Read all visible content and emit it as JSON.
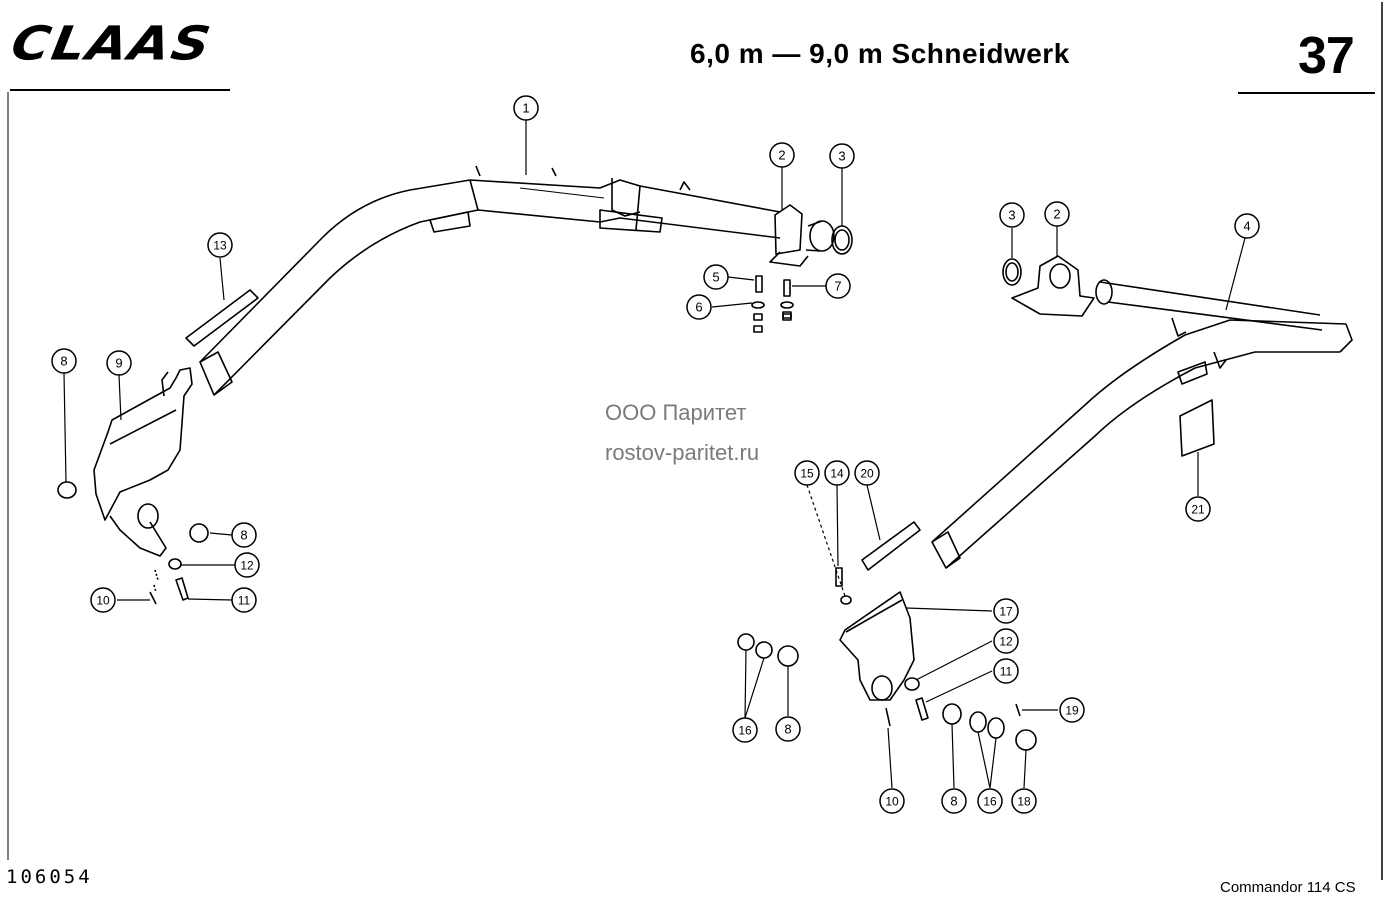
{
  "header": {
    "brand": "CLAAS",
    "title": "6,0 m — 9,0 m Schneidwerk",
    "page_number": "37"
  },
  "footer": {
    "drawing_number": "106054",
    "model": "Commandor 114 CS"
  },
  "watermark": {
    "line1": "ООО Паритет",
    "line2": "rostov-paritet.ru"
  },
  "callouts": [
    "1",
    "2",
    "3",
    "5",
    "6",
    "7",
    "13",
    "8",
    "9",
    "8",
    "12",
    "10",
    "11",
    "3",
    "2",
    "4",
    "21",
    "15",
    "14",
    "20",
    "17",
    "12",
    "11",
    "19",
    "16",
    "8",
    "10",
    "8",
    "16",
    "18"
  ]
}
